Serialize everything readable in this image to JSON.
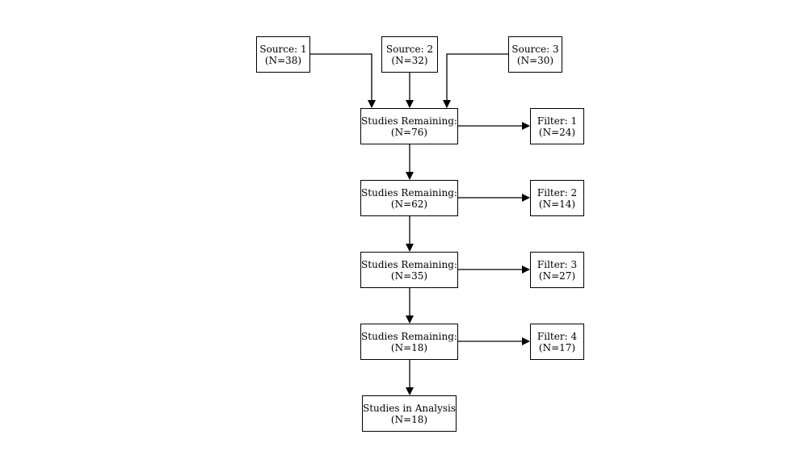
{
  "diagram": {
    "sources": [
      {
        "label": "Source: 1",
        "count": "(N=38)"
      },
      {
        "label": "Source: 2",
        "count": "(N=32)"
      },
      {
        "label": "Source: 3",
        "count": "(N=30)"
      }
    ],
    "remaining": [
      {
        "label": "Studies Remaining:",
        "count": "(N=76)"
      },
      {
        "label": "Studies Remaining:",
        "count": "(N=62)"
      },
      {
        "label": "Studies Remaining:",
        "count": "(N=35)"
      },
      {
        "label": "Studies Remaining:",
        "count": "(N=18)"
      }
    ],
    "filters": [
      {
        "label": "Filter: 1",
        "count": "(N=24)"
      },
      {
        "label": "Filter: 2",
        "count": "(N=14)"
      },
      {
        "label": "Filter: 3",
        "count": "(N=27)"
      },
      {
        "label": "Filter: 4",
        "count": "(N=17)"
      }
    ],
    "final": {
      "label": "Studies in Analysis",
      "count": "(N=18)"
    }
  }
}
